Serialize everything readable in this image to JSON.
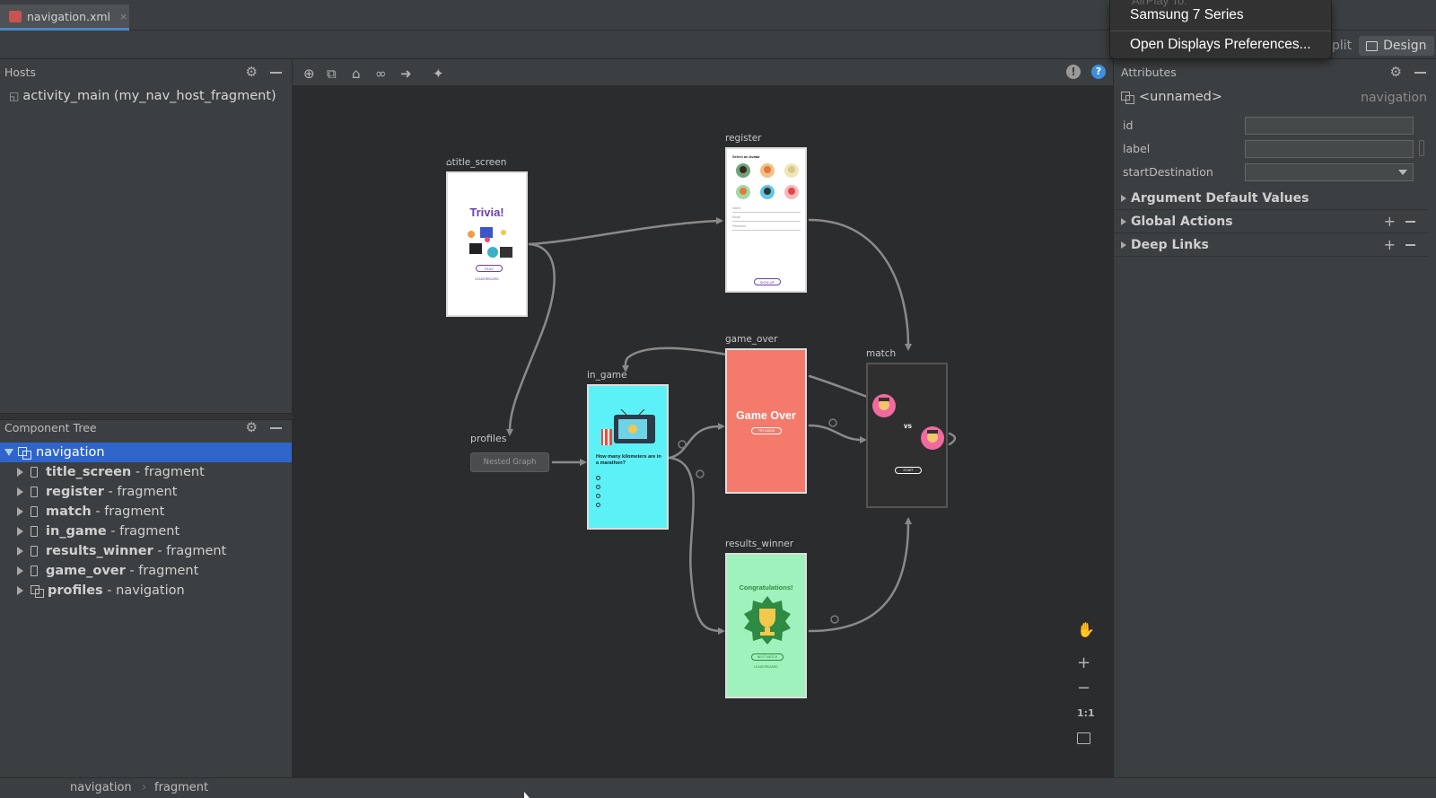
{
  "file_tab": {
    "label": "navigation.xml",
    "close": "×"
  },
  "popup": {
    "faded_header": "AirPlay To:",
    "device": "Samsung 7 Series",
    "prefs": "Open Displays Preferences..."
  },
  "view_modes": {
    "split_partial": "plit",
    "design": "Design"
  },
  "hosts": {
    "title": "Hosts",
    "row": "activity_main (my_nav_host_fragment)"
  },
  "component_tree": {
    "title": "Component Tree",
    "root": "navigation",
    "items": [
      {
        "name": "title_screen",
        "type": " - fragment"
      },
      {
        "name": "register",
        "type": " - fragment"
      },
      {
        "name": "match",
        "type": " - fragment"
      },
      {
        "name": "in_game",
        "type": " - fragment"
      },
      {
        "name": "results_winner",
        "type": " - fragment"
      },
      {
        "name": "game_over",
        "type": " - fragment"
      },
      {
        "name": "profiles",
        "type": " - navigation"
      }
    ]
  },
  "graph": {
    "title_screen": {
      "label": "title_screen",
      "heading": "Trivia!",
      "btn": "PLAY",
      "link": "LEADERBOARD"
    },
    "register": {
      "label": "register",
      "heading": "Select an Avatar",
      "f1": "Name",
      "f2": "Email",
      "f3": "Password",
      "btn": "SIGN UP"
    },
    "game_over": {
      "label": "game_over",
      "heading": "Game Over",
      "btn": "TRY AGAIN"
    },
    "match": {
      "label": "match",
      "vs": "vs",
      "btn": "START"
    },
    "in_game": {
      "label": "in_game",
      "question": "How many kilometers are in a marathon?"
    },
    "profiles": {
      "label": "profiles",
      "nested": "Nested Graph"
    },
    "results_winner": {
      "label": "results_winner",
      "heading": "Congratulations!",
      "btn": "NEXT MATCH",
      "link": "LEADERBOARD"
    }
  },
  "zoom_controls": {
    "plus": "+",
    "minus": "−",
    "one_to_one": "1:1"
  },
  "attributes": {
    "title": "Attributes",
    "unnamed": "<unnamed>",
    "type": "navigation",
    "fields": [
      {
        "label": "id",
        "value": ""
      },
      {
        "label": "label",
        "value": ""
      },
      {
        "label": "startDestination",
        "value": ""
      }
    ],
    "sections": [
      "Argument Default Values",
      "Global Actions",
      "Deep Links"
    ]
  },
  "breadcrumb": {
    "first": "navigation",
    "sep": "›",
    "second": "fragment"
  },
  "colors": {
    "selection": "#2f65ca",
    "tab_underline": "#4a88c7",
    "game_over": "#f47a6b",
    "in_game": "#5cf1f7",
    "results": "#9ff2bc"
  }
}
